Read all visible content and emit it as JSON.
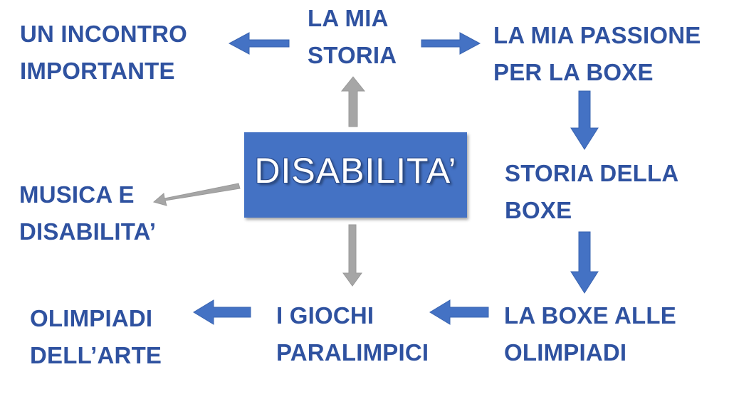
{
  "center": {
    "label": "DISABILITA’"
  },
  "nodes": {
    "la_mia_storia": {
      "line1": "LA MIA",
      "line2": "STORIA"
    },
    "un_incontro_importante": {
      "line1": "UN INCONTRO",
      "line2": "IMPORTANTE"
    },
    "la_mia_passione": {
      "line1": "LA MIA PASSIONE",
      "line2": "PER LA BOXE"
    },
    "storia_della_boxe": {
      "line1": "STORIA DELLA",
      "line2": "BOXE"
    },
    "musica_e_disabilita": {
      "line1": "MUSICA E",
      "line2": "DISABILITA’"
    },
    "la_boxe_alle_olimpiadi": {
      "line1": "LA BOXE ALLE",
      "line2": "OLIMPIADI"
    },
    "i_giochi_paralimpici": {
      "line1": "I GIOCHI",
      "line2": "PARALIMPICI"
    },
    "olimpiadi_dellarte": {
      "line1": "OLIMPIADI",
      "line2": "DELL’ARTE"
    }
  },
  "colors": {
    "text": "#2f52a0",
    "box": "#4472c4",
    "blue_arrow": "#4472c4",
    "gray_arrow": "#a6a6a6"
  }
}
